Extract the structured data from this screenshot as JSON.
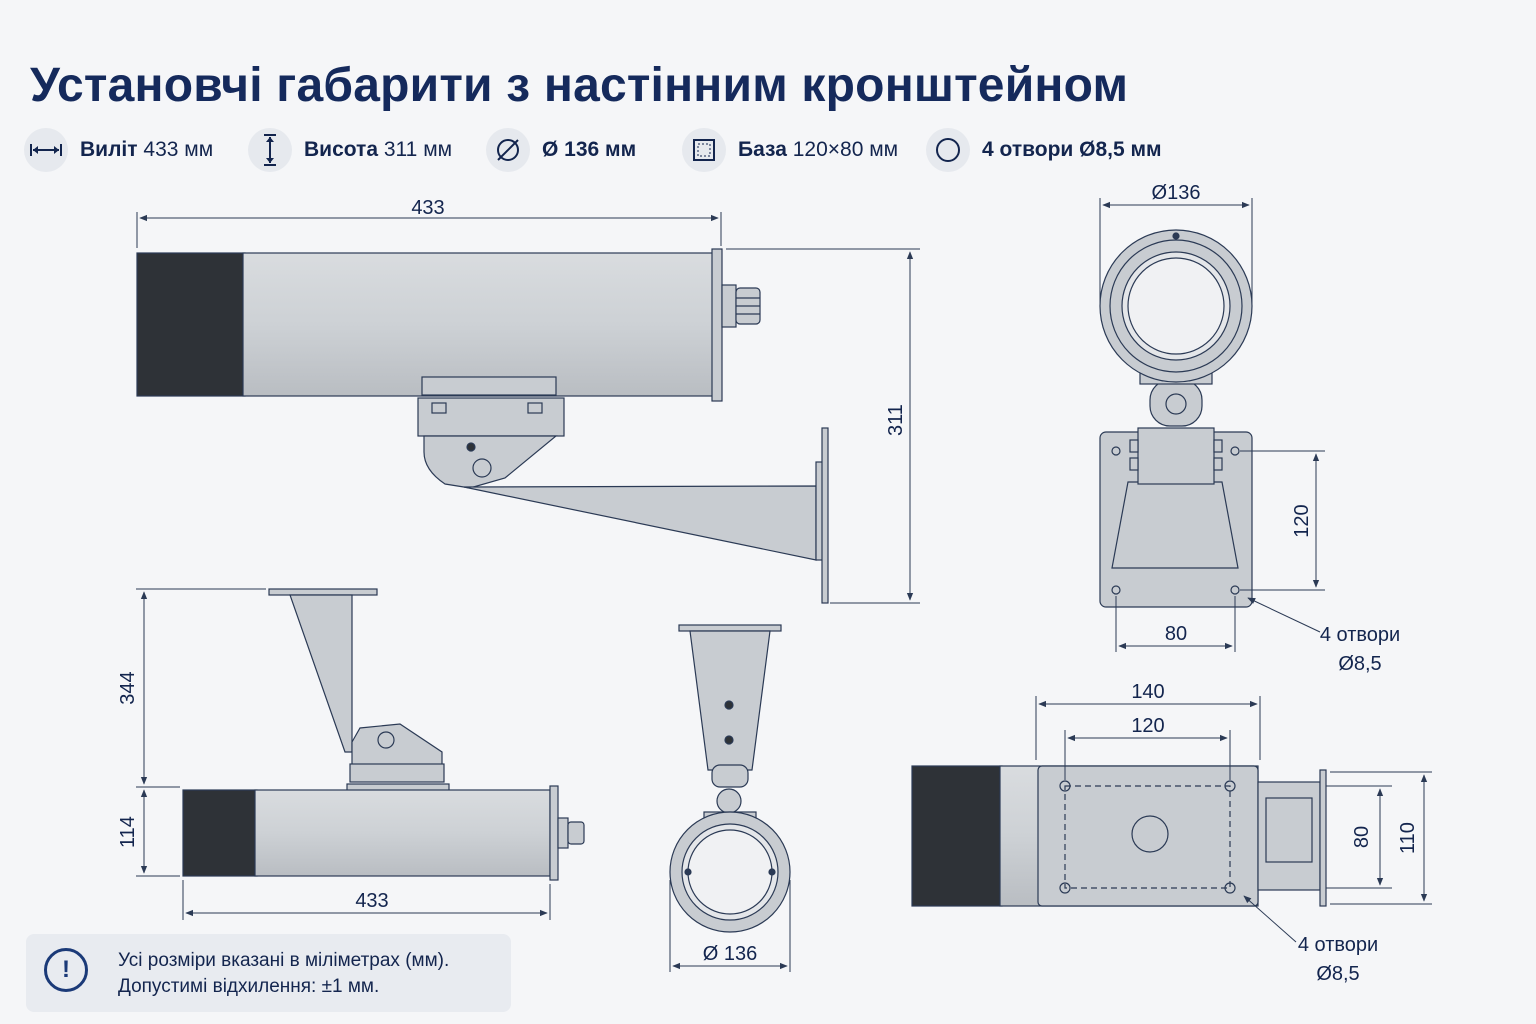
{
  "title": "Установчі габарити з настінним кронштейном",
  "specs": [
    {
      "icon": "arrow-horizontal-icon",
      "label": "Виліт",
      "value": "433 мм"
    },
    {
      "icon": "arrow-vertical-icon",
      "label": "Висота",
      "value": "311 мм"
    },
    {
      "icon": "diameter-icon",
      "label": "",
      "value": "Ø 136 мм"
    },
    {
      "icon": "base-square-icon",
      "label": "База",
      "value": "120×80 мм"
    },
    {
      "icon": "circle-hole-icon",
      "label": "4 отвори Ø8,5 мм",
      "value": ""
    }
  ],
  "dims": {
    "side_length": "433",
    "side_height": "311",
    "front_diameter": "Ø136",
    "plate_height": "120",
    "plate_width": "80",
    "holes_line1": "4 отвори",
    "holes_line2": "Ø8,5",
    "bottom_344": "344",
    "bottom_114": "114",
    "bottom_length": "433",
    "front2_diameter": "Ø 136",
    "top_140": "140",
    "top_120": "120",
    "top_80": "80",
    "top_110": "110",
    "top_holes_line1": "4 отвори",
    "top_holes_line2": "Ø8,5"
  },
  "note": {
    "icon": "exclamation-icon",
    "line1": "Усі розміри вказані в міліметрах (мм).",
    "line2": "Допустимі відхилення: ±1 мм."
  },
  "colors": {
    "text": "#13254e",
    "line": "#2b3a55",
    "body": "#c8ccd1",
    "dark": "#2e3237",
    "accent": "#152a5c"
  }
}
